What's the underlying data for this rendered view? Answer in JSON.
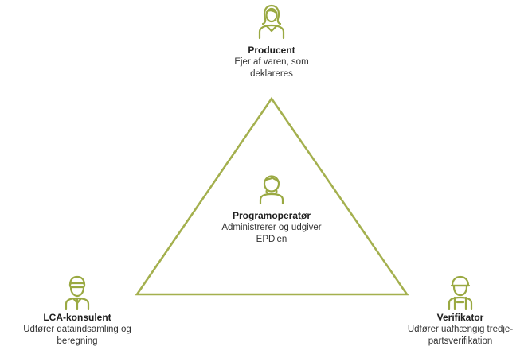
{
  "colors": {
    "accent": "#9aa942",
    "text": "#2b2b2b"
  },
  "roles": {
    "producer": {
      "title": "Producent",
      "description": "Ejer af varen, som deklareres",
      "icon": "woman-user-icon"
    },
    "operator": {
      "title": "Programoperatør",
      "description": "Administrerer og udgiver EPD'en",
      "icon": "user-icon"
    },
    "lca": {
      "title": "LCA-konsulent",
      "description": "Udfører dataindsamling og beregning",
      "icon": "consultant-user-icon"
    },
    "verifier": {
      "title": "Verifikator",
      "description": "Udfører uafhængig tredje-partsverifikation",
      "icon": "verifier-user-icon"
    }
  }
}
